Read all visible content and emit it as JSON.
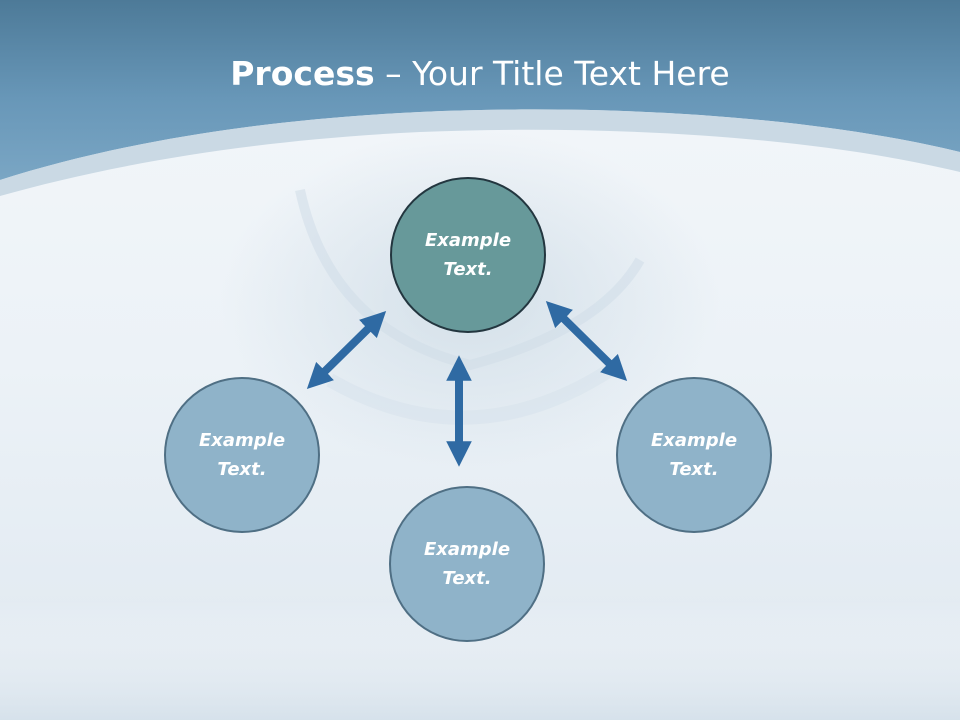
{
  "slide": {
    "title_bold": "Process",
    "title_rest": " – Your Title Text Here"
  },
  "nodes": {
    "top": "Example\nText.",
    "left": "Example\nText.",
    "bottom": "Example\nText.",
    "right": "Example\nText."
  },
  "colors": {
    "header_band": "#5e8eae",
    "node_center_fill": "#67999a",
    "node_fill": "#8fb3c9",
    "arrow": "#2f6aa3"
  }
}
